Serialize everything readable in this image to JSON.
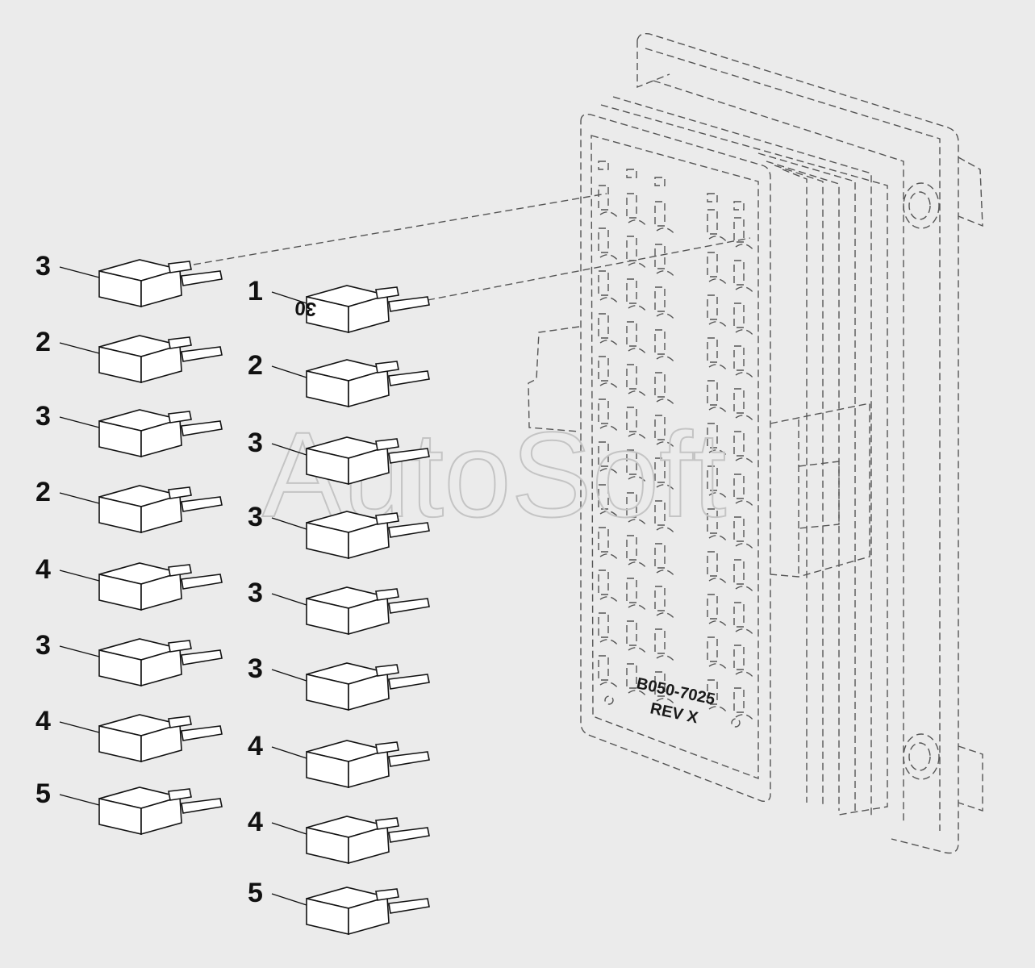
{
  "diagram": {
    "board": {
      "part_number": "B050-7025",
      "revision": "REV  X"
    },
    "watermark": "AutoSoft",
    "special_fuse_marking": "30",
    "left_column_labels": [
      "3",
      "2",
      "3",
      "2",
      "4",
      "3",
      "4",
      "5"
    ],
    "right_column_labels": [
      "1",
      "2",
      "3",
      "3",
      "3",
      "3",
      "4",
      "4",
      "5"
    ]
  }
}
